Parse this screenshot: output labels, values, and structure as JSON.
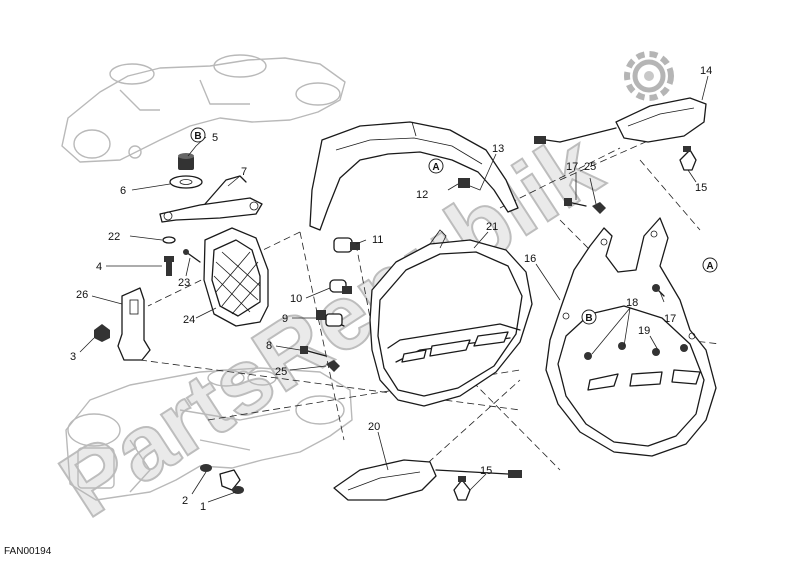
{
  "watermark": "PartsRepublik",
  "diagram_code": "FAN00194",
  "reference_markers": {
    "a_top": "A",
    "a_right": "A",
    "b_top": "B",
    "b_right": "B"
  },
  "callouts": {
    "c1": "1",
    "c2": "2",
    "c3": "3",
    "c4": "4",
    "c5": "5",
    "c6": "6",
    "c7": "7",
    "c8": "8",
    "c9": "9",
    "c10": "10",
    "c11": "11",
    "c12": "12",
    "c13": "13",
    "c14": "14",
    "c15a": "15",
    "c15b": "15",
    "c16": "16",
    "c17a": "17",
    "c17b": "17",
    "c18": "18",
    "c19": "19",
    "c20": "20",
    "c21": "21",
    "c22": "22",
    "c23": "23",
    "c24": "24",
    "c25a": "25",
    "c25b": "25",
    "c26": "26"
  },
  "icons": {
    "gear": "gear-icon"
  }
}
